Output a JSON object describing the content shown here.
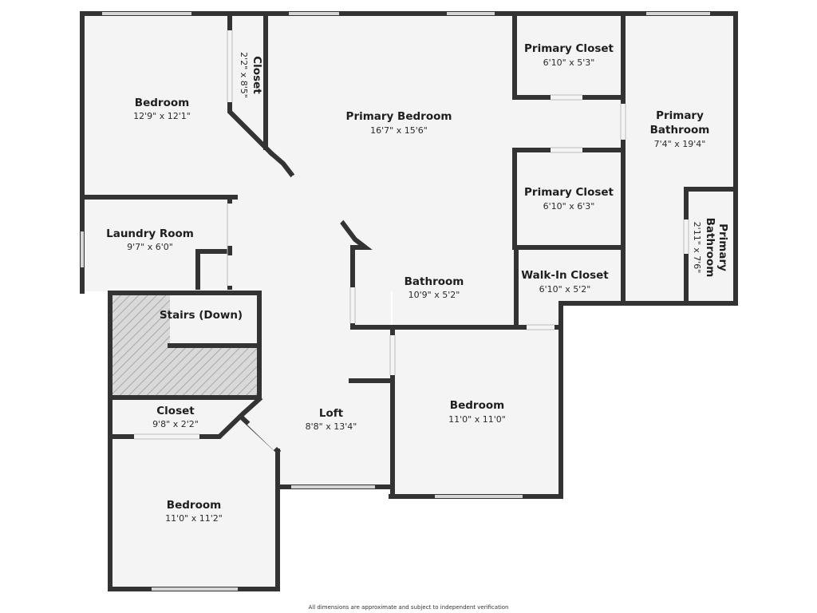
{
  "rooms": {
    "bedroom_nw": {
      "name": "Bedroom",
      "dim": "12'9\" x 12'1\""
    },
    "closet_nw": {
      "name": "Closet",
      "dim": "2'2\" x 8'5\""
    },
    "primary_bedroom": {
      "name": "Primary Bedroom",
      "dim": "16'7\" x 15'6\""
    },
    "primary_closet_top": {
      "name": "Primary Closet",
      "dim": "6'10\" x 5'3\""
    },
    "primary_bathroom_large": {
      "name_line1": "Primary",
      "name_line2": "Bathroom",
      "dim": "7'4\" x 19'4\""
    },
    "primary_closet_mid": {
      "name": "Primary Closet",
      "dim": "6'10\" x 6'3\""
    },
    "primary_bathroom_small": {
      "name_line1": "Primary",
      "name_line2": "Bathroom",
      "dim": "2'11\" x 7'6\""
    },
    "laundry_room": {
      "name": "Laundry Room",
      "dim": "9'7\" x 6'0\""
    },
    "bathroom": {
      "name": "Bathroom",
      "dim": "10'9\" x 5'2\""
    },
    "walk_in_closet": {
      "name": "Walk-In Closet",
      "dim": "6'10\" x 5'2\""
    },
    "stairs": {
      "name": "Stairs (Down)"
    },
    "bedroom_center": {
      "name": "Bedroom",
      "dim": "11'0\" x 11'0\""
    },
    "closet_sw": {
      "name": "Closet",
      "dim": "9'8\" x 2'2\""
    },
    "loft": {
      "name": "Loft",
      "dim": "8'8\" x 13'4\""
    },
    "bedroom_sw": {
      "name": "Bedroom",
      "dim": "11'0\" x 11'2\""
    }
  },
  "disclaimer": "All dimensions are approximate and subject to independent verification",
  "colors": {
    "wall": "#333333",
    "floor": "#f4f4f4",
    "stairs_hatch": "#bfbfbf",
    "window": "#c8c8c8"
  }
}
